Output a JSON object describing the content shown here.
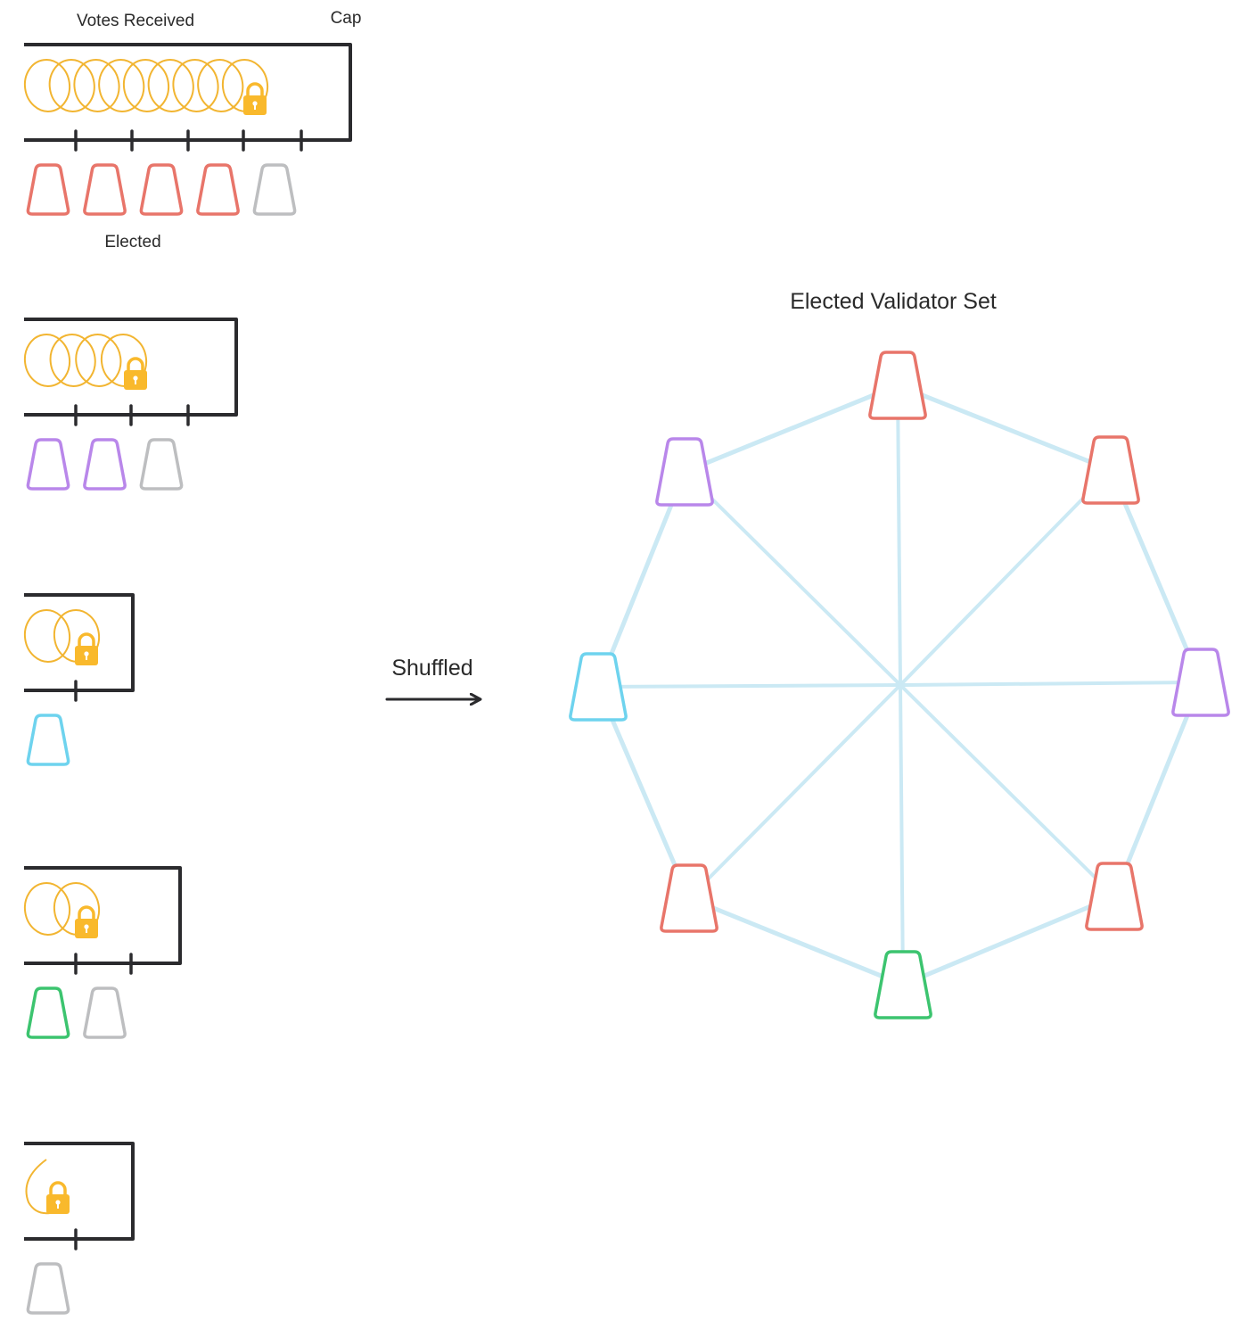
{
  "labels": {
    "votes_received": "Votes Received",
    "cap": "Cap",
    "elected": "Elected",
    "shuffled": "Shuffled",
    "validator_set_title": "Elected Validator Set"
  },
  "colors": {
    "red": "#E8756A",
    "purple": "#B987EA",
    "blue": "#6ED3EE",
    "green": "#3CC46F",
    "gray": "#BDBEC0",
    "coil": "#F2B531",
    "lock": "#F9B92C",
    "frame": "#2B2B2E",
    "network": "#CBE9F4"
  },
  "candidates": [
    {
      "id": "candidate-1",
      "loops": 9,
      "cap_ticks": 5,
      "nodes": [
        "red",
        "red",
        "red",
        "red",
        "gray"
      ]
    },
    {
      "id": "candidate-2",
      "loops": 4,
      "cap_ticks": 3,
      "nodes": [
        "purple",
        "purple",
        "gray"
      ]
    },
    {
      "id": "candidate-3",
      "loops": 2,
      "cap_ticks": 1,
      "nodes": [
        "blue"
      ]
    },
    {
      "id": "candidate-4",
      "loops": 2,
      "cap_ticks": 2,
      "nodes": [
        "green",
        "gray"
      ]
    },
    {
      "id": "candidate-5",
      "loops": 0.5,
      "cap_ticks": 1,
      "nodes": [
        "gray"
      ]
    }
  ],
  "validator_set": {
    "nodes": [
      "red",
      "red",
      "purple",
      "red",
      "green",
      "red",
      "blue",
      "purple"
    ]
  }
}
